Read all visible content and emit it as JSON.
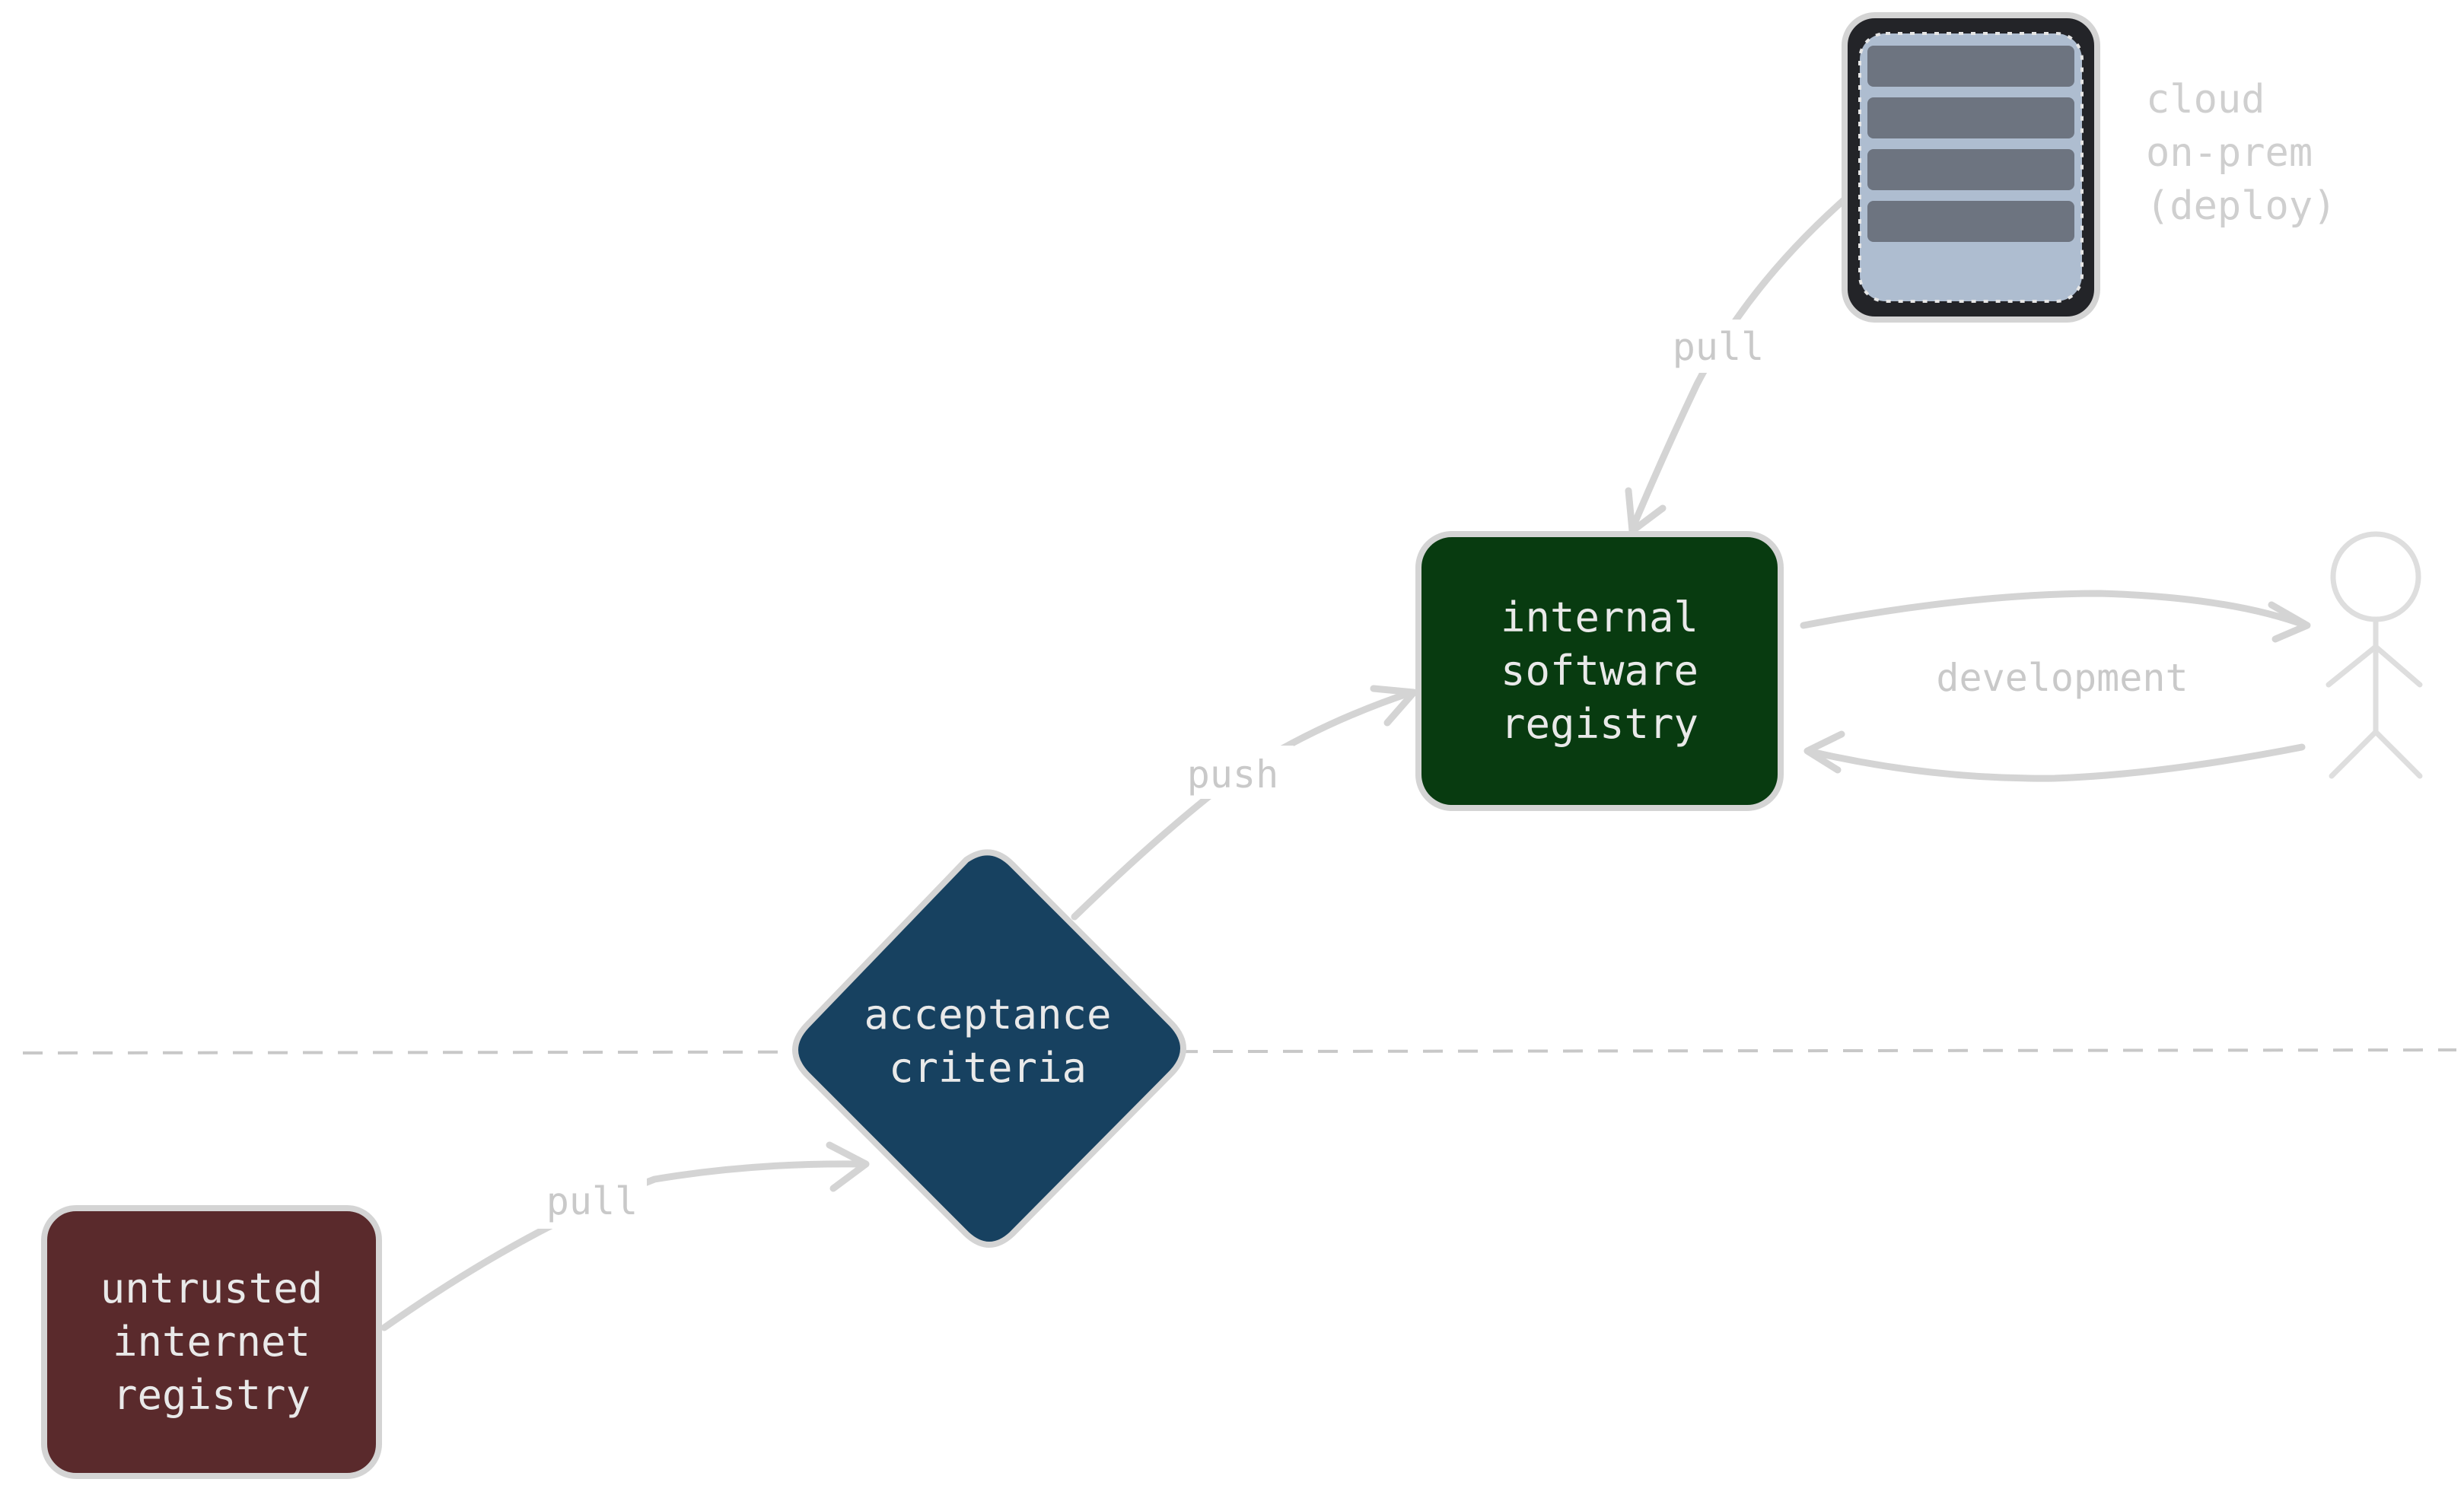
{
  "nodes": {
    "untrusted": {
      "lines": [
        "untrusted",
        "internet",
        "registry"
      ],
      "color": "#5a2a2c"
    },
    "acceptance": {
      "lines": [
        "acceptance",
        "criteria"
      ],
      "color": "#174160"
    },
    "internal": {
      "lines": [
        "internal",
        "software",
        "registry"
      ],
      "color": "#083b10"
    },
    "server": {
      "lines": [
        "cloud",
        "on-prem",
        "(deploy)"
      ]
    }
  },
  "edges": {
    "pull_untrusted": "pull",
    "push": "push",
    "pull_server": "pull",
    "development": "development"
  },
  "colors": {
    "stroke": "#d4d4d4",
    "label": "#c9c9c9",
    "server_frame": "#232428",
    "server_panel": "#aebdd0",
    "server_slot": "#6d7480"
  }
}
